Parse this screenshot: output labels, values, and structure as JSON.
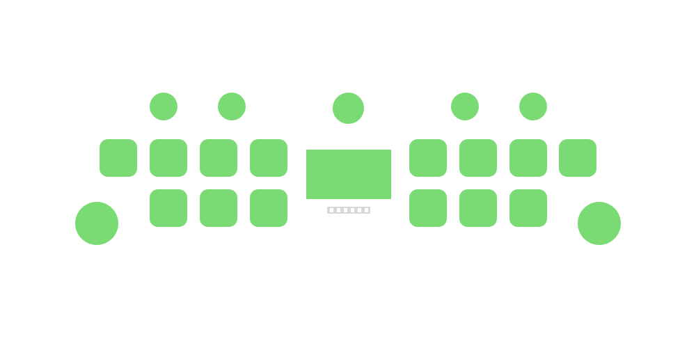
{
  "accent_color": "#7adb74",
  "background_color": "#ffffff",
  "logo": {
    "mark": "gamepad",
    "tagline_color": "#cfcfcf",
    "mark_color": "#d8d8d8"
  },
  "controls": {
    "top_circles": [
      "top-left-outer",
      "top-left-inner",
      "top-center",
      "top-right-inner",
      "top-right-outer"
    ],
    "left_keys_row1": [
      "left-key-1",
      "left-key-2",
      "left-key-3",
      "left-key-4"
    ],
    "left_keys_row2": [
      "left-key-5",
      "left-key-6",
      "left-key-7"
    ],
    "right_keys_row1": [
      "right-key-1",
      "right-key-2",
      "right-key-3",
      "right-key-4"
    ],
    "right_keys_row2": [
      "right-key-5",
      "right-key-6",
      "right-key-7"
    ],
    "corner_circles": [
      "bottom-left",
      "bottom-right"
    ],
    "center_screen": "center-screen"
  }
}
